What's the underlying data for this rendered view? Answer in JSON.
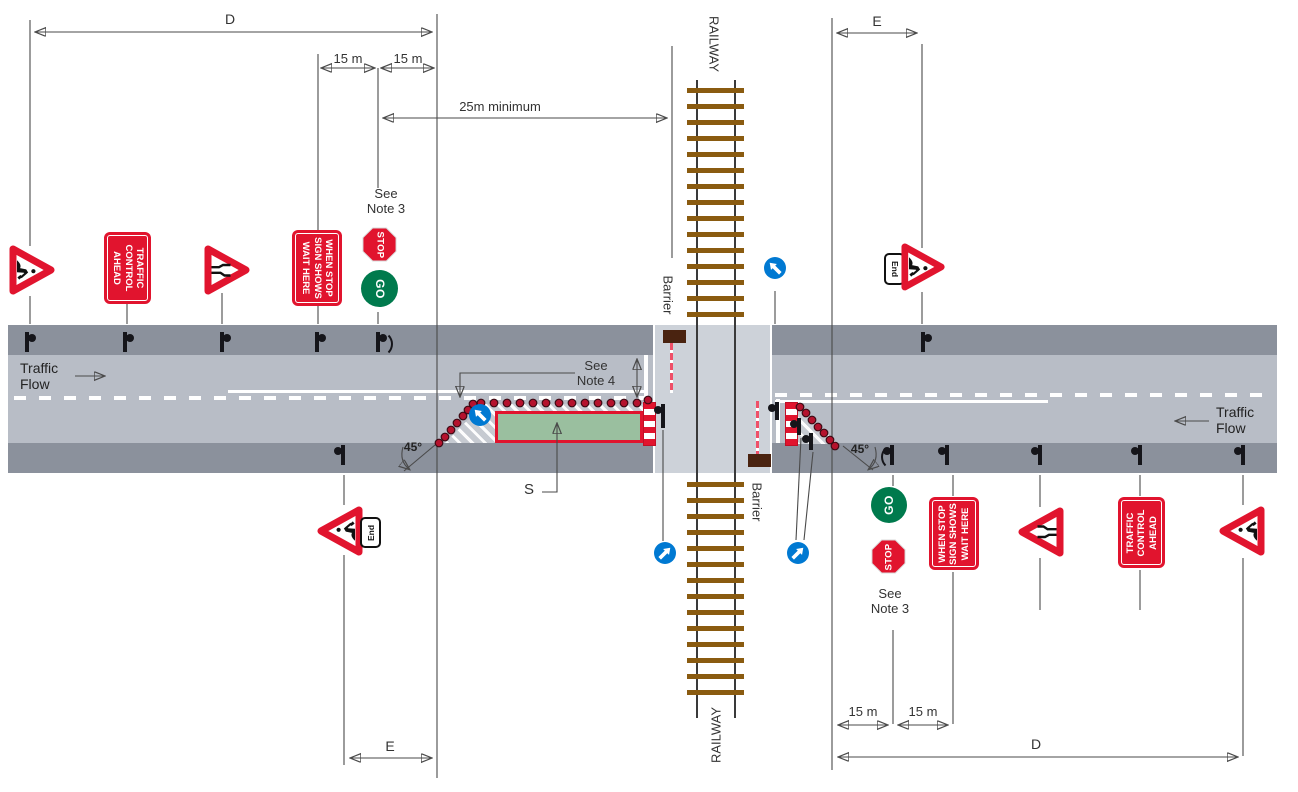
{
  "labels": {
    "d": "D",
    "e": "E",
    "m15": "15 m",
    "m25": "25m minimum",
    "see": "See",
    "note3": "Note 3",
    "note4": "Note 4",
    "s": "S",
    "angle45": "45°",
    "railway": "RAILWAY",
    "barrier": "Barrier",
    "traffic": "Traffic",
    "flow": "Flow"
  },
  "signs": {
    "stop": "STOP",
    "go": "GO",
    "end": "End",
    "traffic_control_ahead": {
      "l1": "TRAFFIC",
      "l2": "CONTROL",
      "l3": "AHEAD"
    },
    "wait_here": {
      "l1": "WHEN STOP",
      "l2": "SIGN SHOWS",
      "l3": "WAIT HERE"
    }
  },
  "colors": {
    "sign_red": "#e1142e",
    "go_green": "#007a4d",
    "sign_blue": "#0079d2",
    "road_shoulder": "#8b919c",
    "carriageway": "#b8bdc6",
    "crossing_slab": "#cdd2d9",
    "works_green": "#9abf9f",
    "cone_red": "#b5122d",
    "sleeper_brown": "#8a5b10",
    "barrier_arm_pink": "#ef5068",
    "barrier_pivot_brown": "#4a2310"
  }
}
